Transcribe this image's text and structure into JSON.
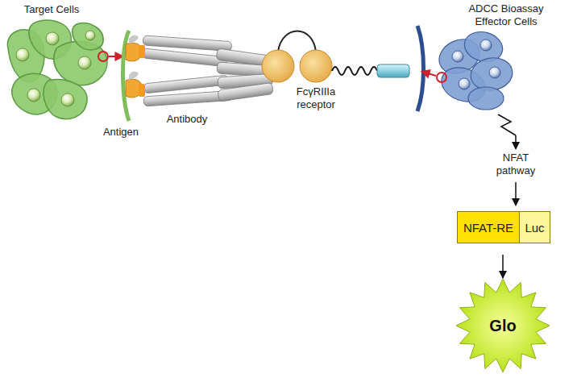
{
  "diagram": {
    "nodes": [
      {
        "text": [
          "NFAT-RE"
        ]
      },
      {
        "text": [
          "Luc"
        ]
      },
      {
        "text": [
          "Glo"
        ]
      }
    ],
    "edges": [
      {
        "from": 0,
        "to": 2,
        "arrow": "to"
      }
    ],
    "labels": [
      "Target Cells",
      "Antigen",
      "Antibody",
      "FcγRIIIa receptor",
      "ADCC Bioassay Effector Cells",
      "NFAT pathway"
    ]
  }
}
